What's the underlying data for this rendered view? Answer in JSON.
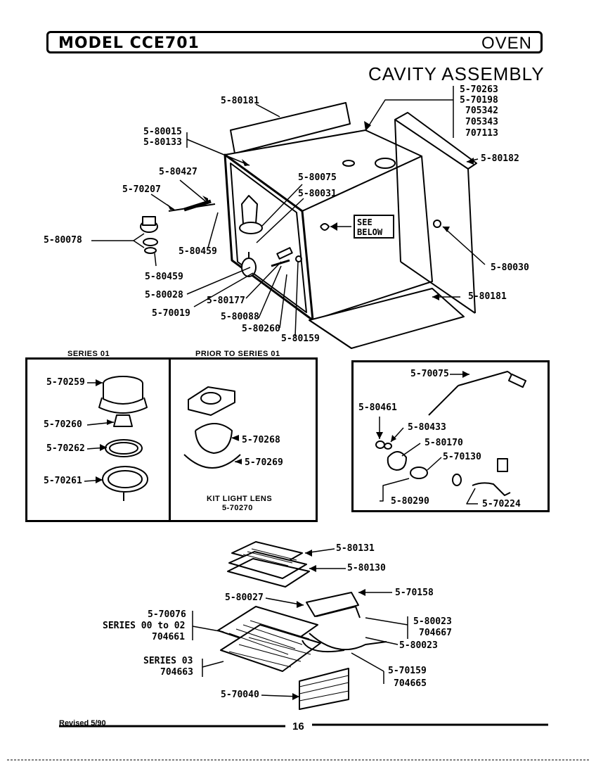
{
  "header": {
    "model": "MODEL CCE701",
    "section": "OVEN",
    "subtitle": "CAVITY ASSEMBLY"
  },
  "cavity": {
    "labels": {
      "top_group_1": "5-70263",
      "top_group_2": "5-70198",
      "top_group_3": "705342",
      "top_group_4": "705343",
      "top_group_5": "707113",
      "l_80181_top": "5-80181",
      "l_80015": "5-80015",
      "l_80133": "5-80133",
      "l_80182": "5-80182",
      "l_80427": "5-80427",
      "l_80075": "5-80075",
      "l_80031": "5-80031",
      "l_70207": "5-70207",
      "l_80078": "5-80078",
      "l_80459a": "5-80459",
      "l_80459b": "5-80459",
      "l_80030": "5-80030",
      "l_80028": "5-80028",
      "l_80177": "5-80177",
      "l_70019": "5-70019",
      "l_80181_bottom": "5-80181",
      "l_80088": "5-80088",
      "l_80260": "5-80260",
      "l_80159": "5-80159"
    },
    "see_below_1": "SEE",
    "see_below_2": "BELOW"
  },
  "series_panel": {
    "heading_left": "SERIES 01",
    "heading_right": "PRIOR TO SERIES 01",
    "l_70259": "5-70259",
    "l_70260": "5-70260",
    "l_70262": "5-70262",
    "l_70261": "5-70261",
    "l_70268": "5-70268",
    "l_70269": "5-70269",
    "kit_label": "KIT LIGHT LENS",
    "kit_part": "5-70270"
  },
  "sensor_panel": {
    "l_70075": "5-70075",
    "l_80461": "5-80461",
    "l_80433": "5-80433",
    "l_80170": "5-80170",
    "l_70130": "5-70130",
    "l_80290": "5-80290",
    "l_70224": "5-70224"
  },
  "racks": {
    "l_80131": "5-80131",
    "l_80130": "5-80130",
    "l_70158": "5-70158",
    "l_80027": "5-80027",
    "l_70076": "5-70076",
    "series_00_02": "SERIES 00 to 02",
    "l_704661": "704661",
    "l_80023a": "5-80023",
    "l_704667": "704667",
    "l_80023b": "5-80023",
    "series_03": "SERIES 03",
    "l_704663": "704663",
    "l_70159": "5-70159",
    "l_704665": "704665",
    "l_70040": "5-70040"
  },
  "footer": {
    "revised": "Revised 5/90",
    "page": "16"
  }
}
